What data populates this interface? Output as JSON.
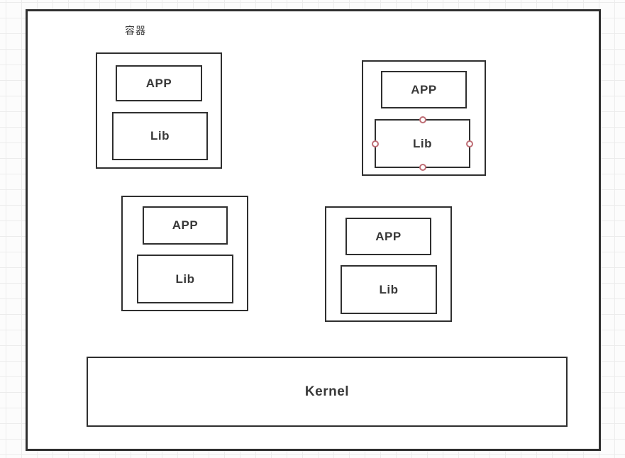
{
  "diagram": {
    "group_label": "容器",
    "containers": [
      {
        "name": "container-1",
        "app_label": "APP",
        "lib_label": "Lib",
        "lib_selected": false
      },
      {
        "name": "container-2",
        "app_label": "APP",
        "lib_label": "Lib",
        "lib_selected": true
      },
      {
        "name": "container-3",
        "app_label": "APP",
        "lib_label": "Lib",
        "lib_selected": false
      },
      {
        "name": "container-4",
        "app_label": "APP",
        "lib_label": "Lib",
        "lib_selected": false
      }
    ],
    "kernel_label": "Kernel",
    "colors": {
      "shape_stroke": "#2f2f2f",
      "shape_fill": "#ffffff",
      "text": "#383838",
      "selection_handle_stroke": "#bf6e76",
      "selection_handle_fill": "#ffffff",
      "grid_line": "#ececec",
      "background": "#fcfcfc"
    }
  }
}
